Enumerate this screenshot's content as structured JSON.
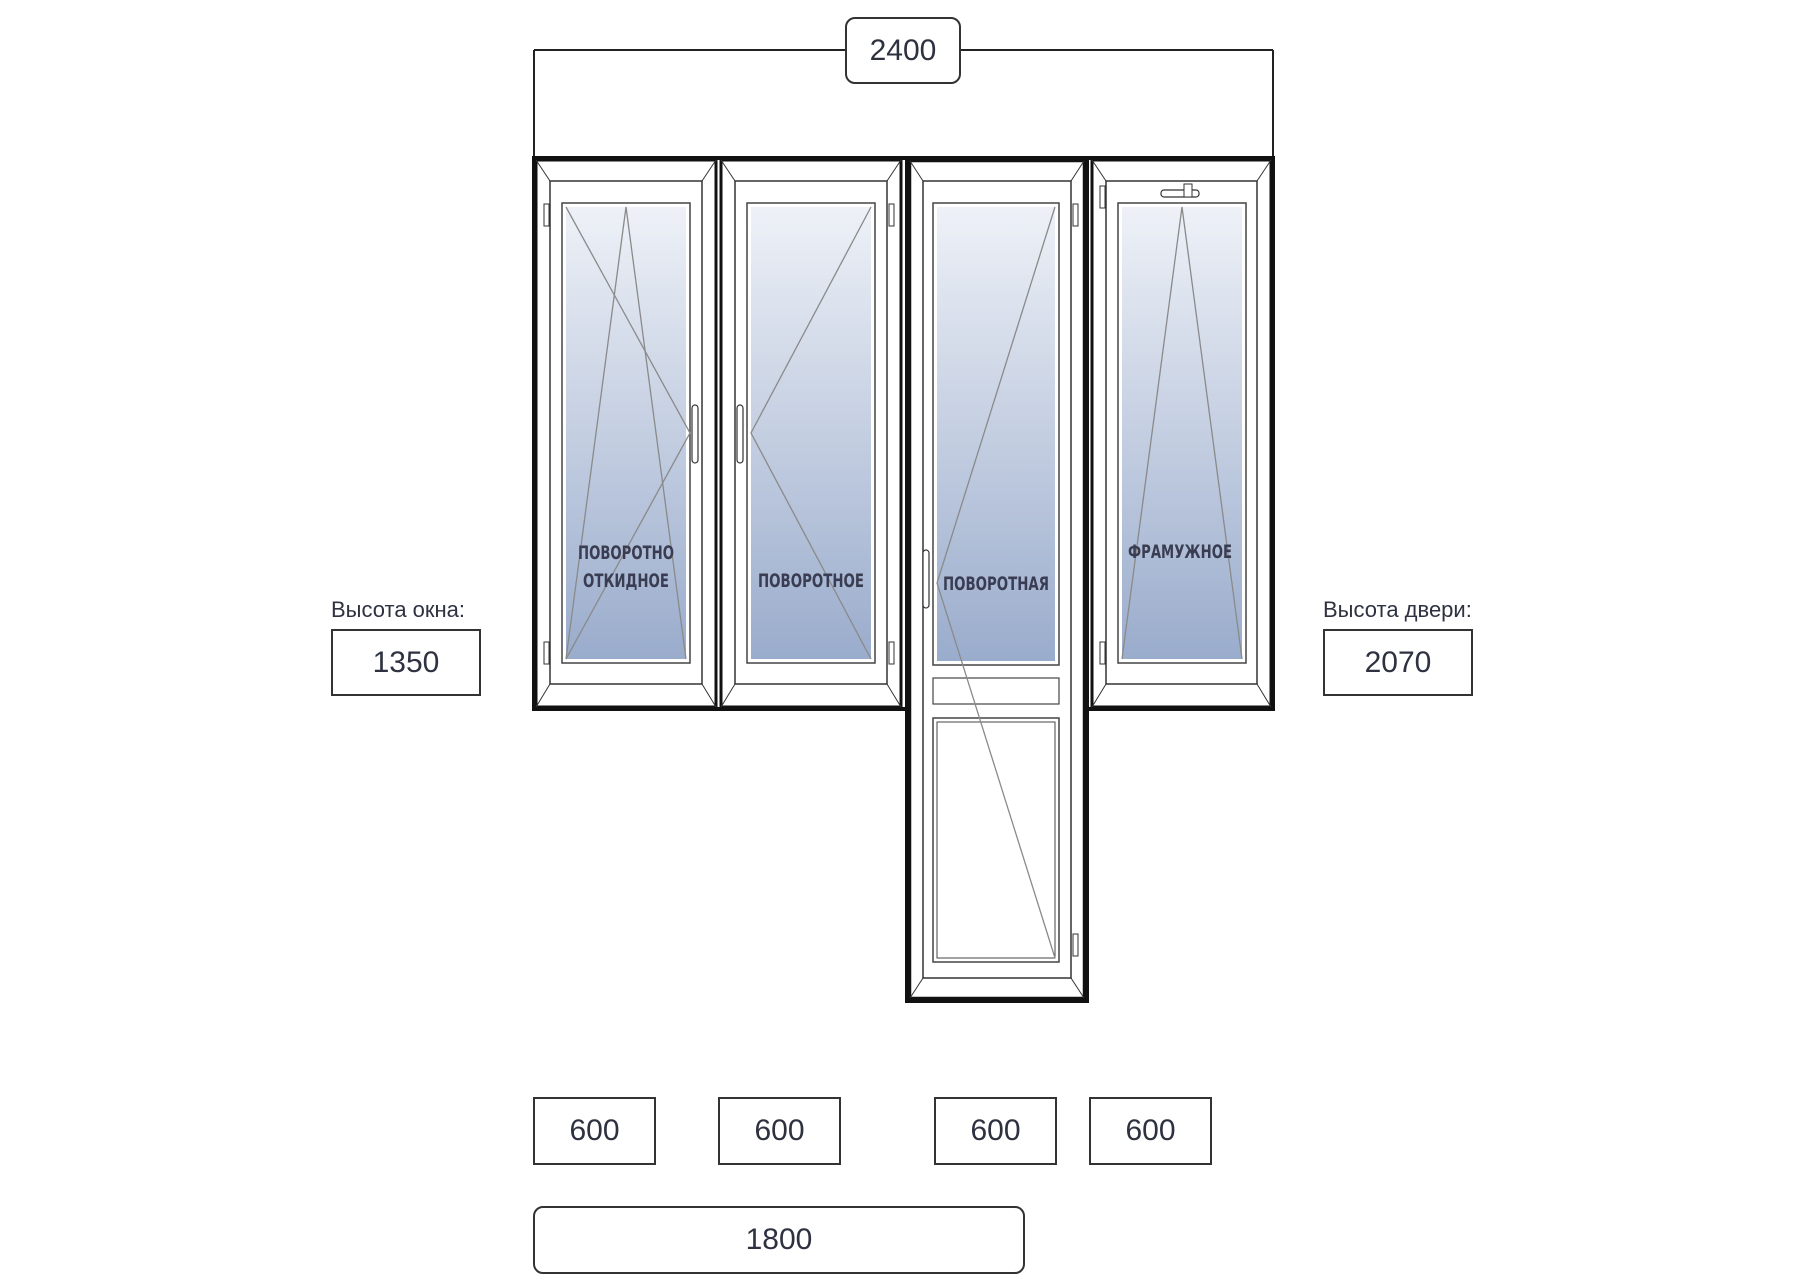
{
  "overall_width": "2400",
  "window_height": {
    "label": "Высота окна:",
    "value": "1350"
  },
  "door_height": {
    "label": "Высота двери:",
    "value": "2070"
  },
  "sashes": [
    {
      "line1": "ПОВОРОТНО",
      "line2": "ОТКИДНОЕ",
      "width": "600"
    },
    {
      "line1": "ПОВОРОТНОЕ",
      "line2": "",
      "width": "600"
    },
    {
      "line1": "ПОВОРОТНАЯ",
      "line2": "",
      "width": "600"
    },
    {
      "line1": "ФРАМУЖНОЕ",
      "line2": "",
      "width": "600"
    }
  ],
  "window_width_total": "1800",
  "colors": {
    "frame": "#1a1a1a",
    "glass_top": "#eef1f7",
    "glass_bottom": "#9aaccc",
    "text": "#2e3140",
    "opening_line": "#8a8a8a"
  }
}
